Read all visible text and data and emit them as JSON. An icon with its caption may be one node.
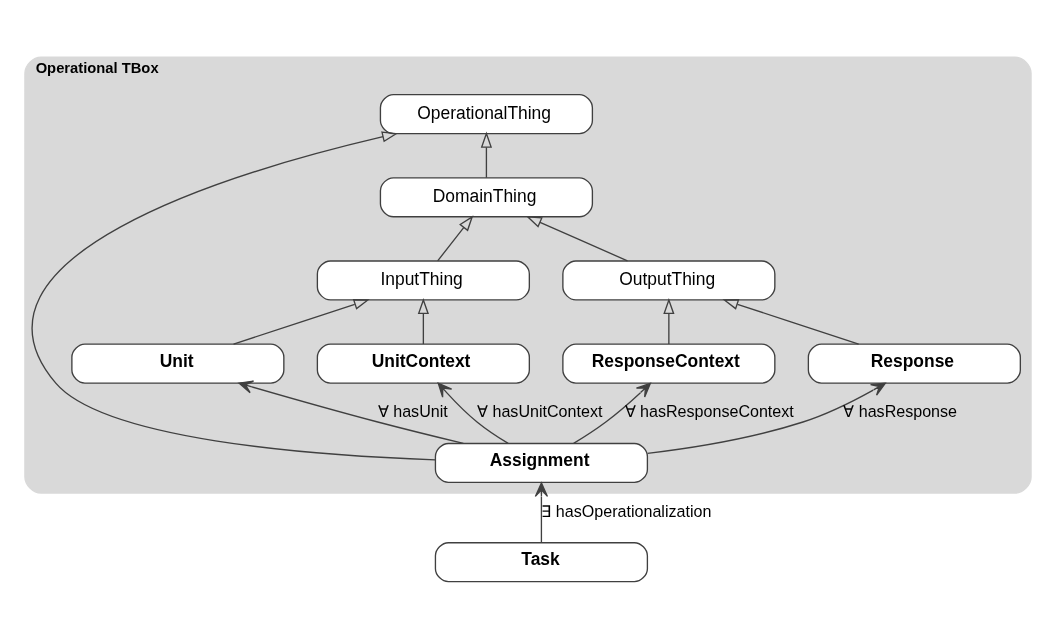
{
  "diagram": {
    "nodes": [
      {
        "text": [
          "Operational TBox"
        ]
      },
      {
        "text": [
          "OperationalThing"
        ],
        "in": 0
      },
      {
        "text": [
          "DomainThing"
        ],
        "in": 0
      },
      {
        "text": [
          "InputThing"
        ],
        "in": 0
      },
      {
        "text": [
          "OutputThing"
        ],
        "in": 0
      },
      {
        "text": [
          "Unit"
        ],
        "in": 0
      },
      {
        "text": [
          "UnitContext"
        ],
        "in": 0
      },
      {
        "text": [
          "ResponseContext"
        ],
        "in": 0
      },
      {
        "text": [
          "Response"
        ],
        "in": 0
      },
      {
        "text": [
          "Assignment"
        ],
        "in": 0
      },
      {
        "text": [
          "Task"
        ]
      }
    ],
    "edges": [
      {
        "from": 2,
        "to": 1,
        "arrow": "to"
      },
      {
        "from": 3,
        "to": 2,
        "arrow": "to"
      },
      {
        "from": 4,
        "to": 2,
        "arrow": "to"
      },
      {
        "from": 5,
        "to": 3,
        "arrow": "to"
      },
      {
        "from": 6,
        "to": 3,
        "arrow": "to"
      },
      {
        "from": 7,
        "to": 4,
        "arrow": "to"
      },
      {
        "from": 8,
        "to": 4,
        "arrow": "to"
      },
      {
        "from": 9,
        "to": 1,
        "arrow": "to"
      },
      {
        "from": 9,
        "to": 6,
        "arrow": "to",
        "label": "∀ hasUnitContext"
      },
      {
        "from": 9,
        "to": 7,
        "arrow": "to",
        "label": "∀ hasResponseContext"
      },
      {
        "from": 9,
        "to": 5,
        "arrow": "to",
        "label": "∀ hasUnit"
      },
      {
        "from": 9,
        "to": 8,
        "arrow": "to",
        "label": "∀ hasResponse"
      },
      {
        "from": 10,
        "to": 9,
        "arrow": "to",
        "label": "∃ hasOperationalization"
      }
    ]
  }
}
